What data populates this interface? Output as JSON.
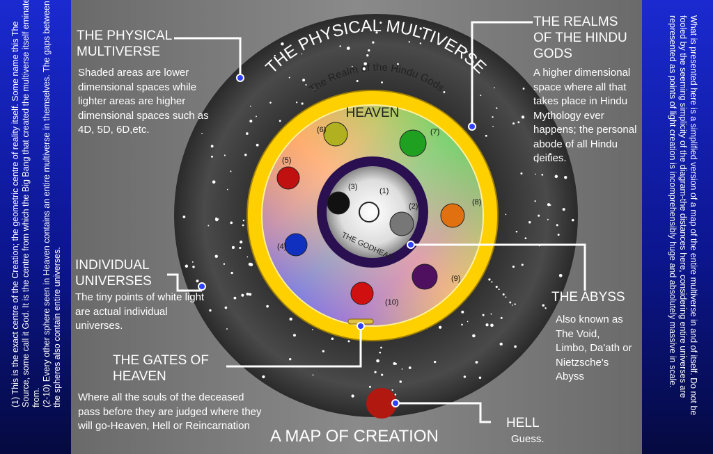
{
  "side_notes": {
    "left": [
      "(1) This is the exact centre of the Creation; the geometric centre of reality itself. Some name this The Source, some call it God. It is the centre from which the Big Bang that created the multiverse itself eminated from.",
      "(2-10) Every other sphere seen in Heaven contains an entire multiverse in themselves. The gaps between the spheres also contain entire universes."
    ],
    "right": "What is presented here is a simplified version of a map of the entire multiverse in and of itself. Do not be fooled by the seeming simplicity of the diagram-the distances here, considering entire universes are represented as points of light creation is incomprehensibly huge and absolutely massive in scale."
  },
  "diagram": {
    "title": "A MAP OF CREATION",
    "ring_outer": "THE PHYSICAL MULTIVERSE",
    "ring_realm": "The Realm of the Hindu Gods",
    "heaven": "HEAVEN",
    "godhead": "THE GODHEAD",
    "spheres": [
      {
        "n": "(1)",
        "color": "#ffffff"
      },
      {
        "n": "(2)",
        "color": "#777777"
      },
      {
        "n": "(3)",
        "color": "#111111"
      },
      {
        "n": "(4)",
        "color": "#1030c0"
      },
      {
        "n": "(5)",
        "color": "#c01010"
      },
      {
        "n": "(6)",
        "color": "#b0b020"
      },
      {
        "n": "(7)",
        "color": "#20a020"
      },
      {
        "n": "(8)",
        "color": "#e07010"
      },
      {
        "n": "(9)",
        "color": "#501060"
      },
      {
        "n": "(10)",
        "color": "#d01010"
      }
    ]
  },
  "labels": {
    "physical": {
      "title": "THE PHYSICAL MULTIVERSE",
      "body": "Shaded areas are lower dimensional spaces while lighter areas are higher dimensional spaces such as 4D, 5D, 6D,etc."
    },
    "realms": {
      "title": "THE REALMS OF THE HINDU GODS",
      "body": "A higher dimensional space where all that takes place in Hindu Mythology ever happens; the personal abode of all Hindu deities."
    },
    "universes": {
      "title": "INDIVIDUAL UNIVERSES",
      "body": "The tiny points of white light are actual individual universes."
    },
    "abyss": {
      "title": "THE ABYSS",
      "body": "Also known as The Void, Limbo, Da'ath or Nietzsche's Abyss"
    },
    "gates": {
      "title": "THE GATES OF HEAVEN",
      "body": "Where all the souls of the deceased pass before they are judged where they will go-Heaven, Hell or Reincarnation"
    },
    "hell": {
      "title": "HELL",
      "body": "Guess."
    }
  }
}
